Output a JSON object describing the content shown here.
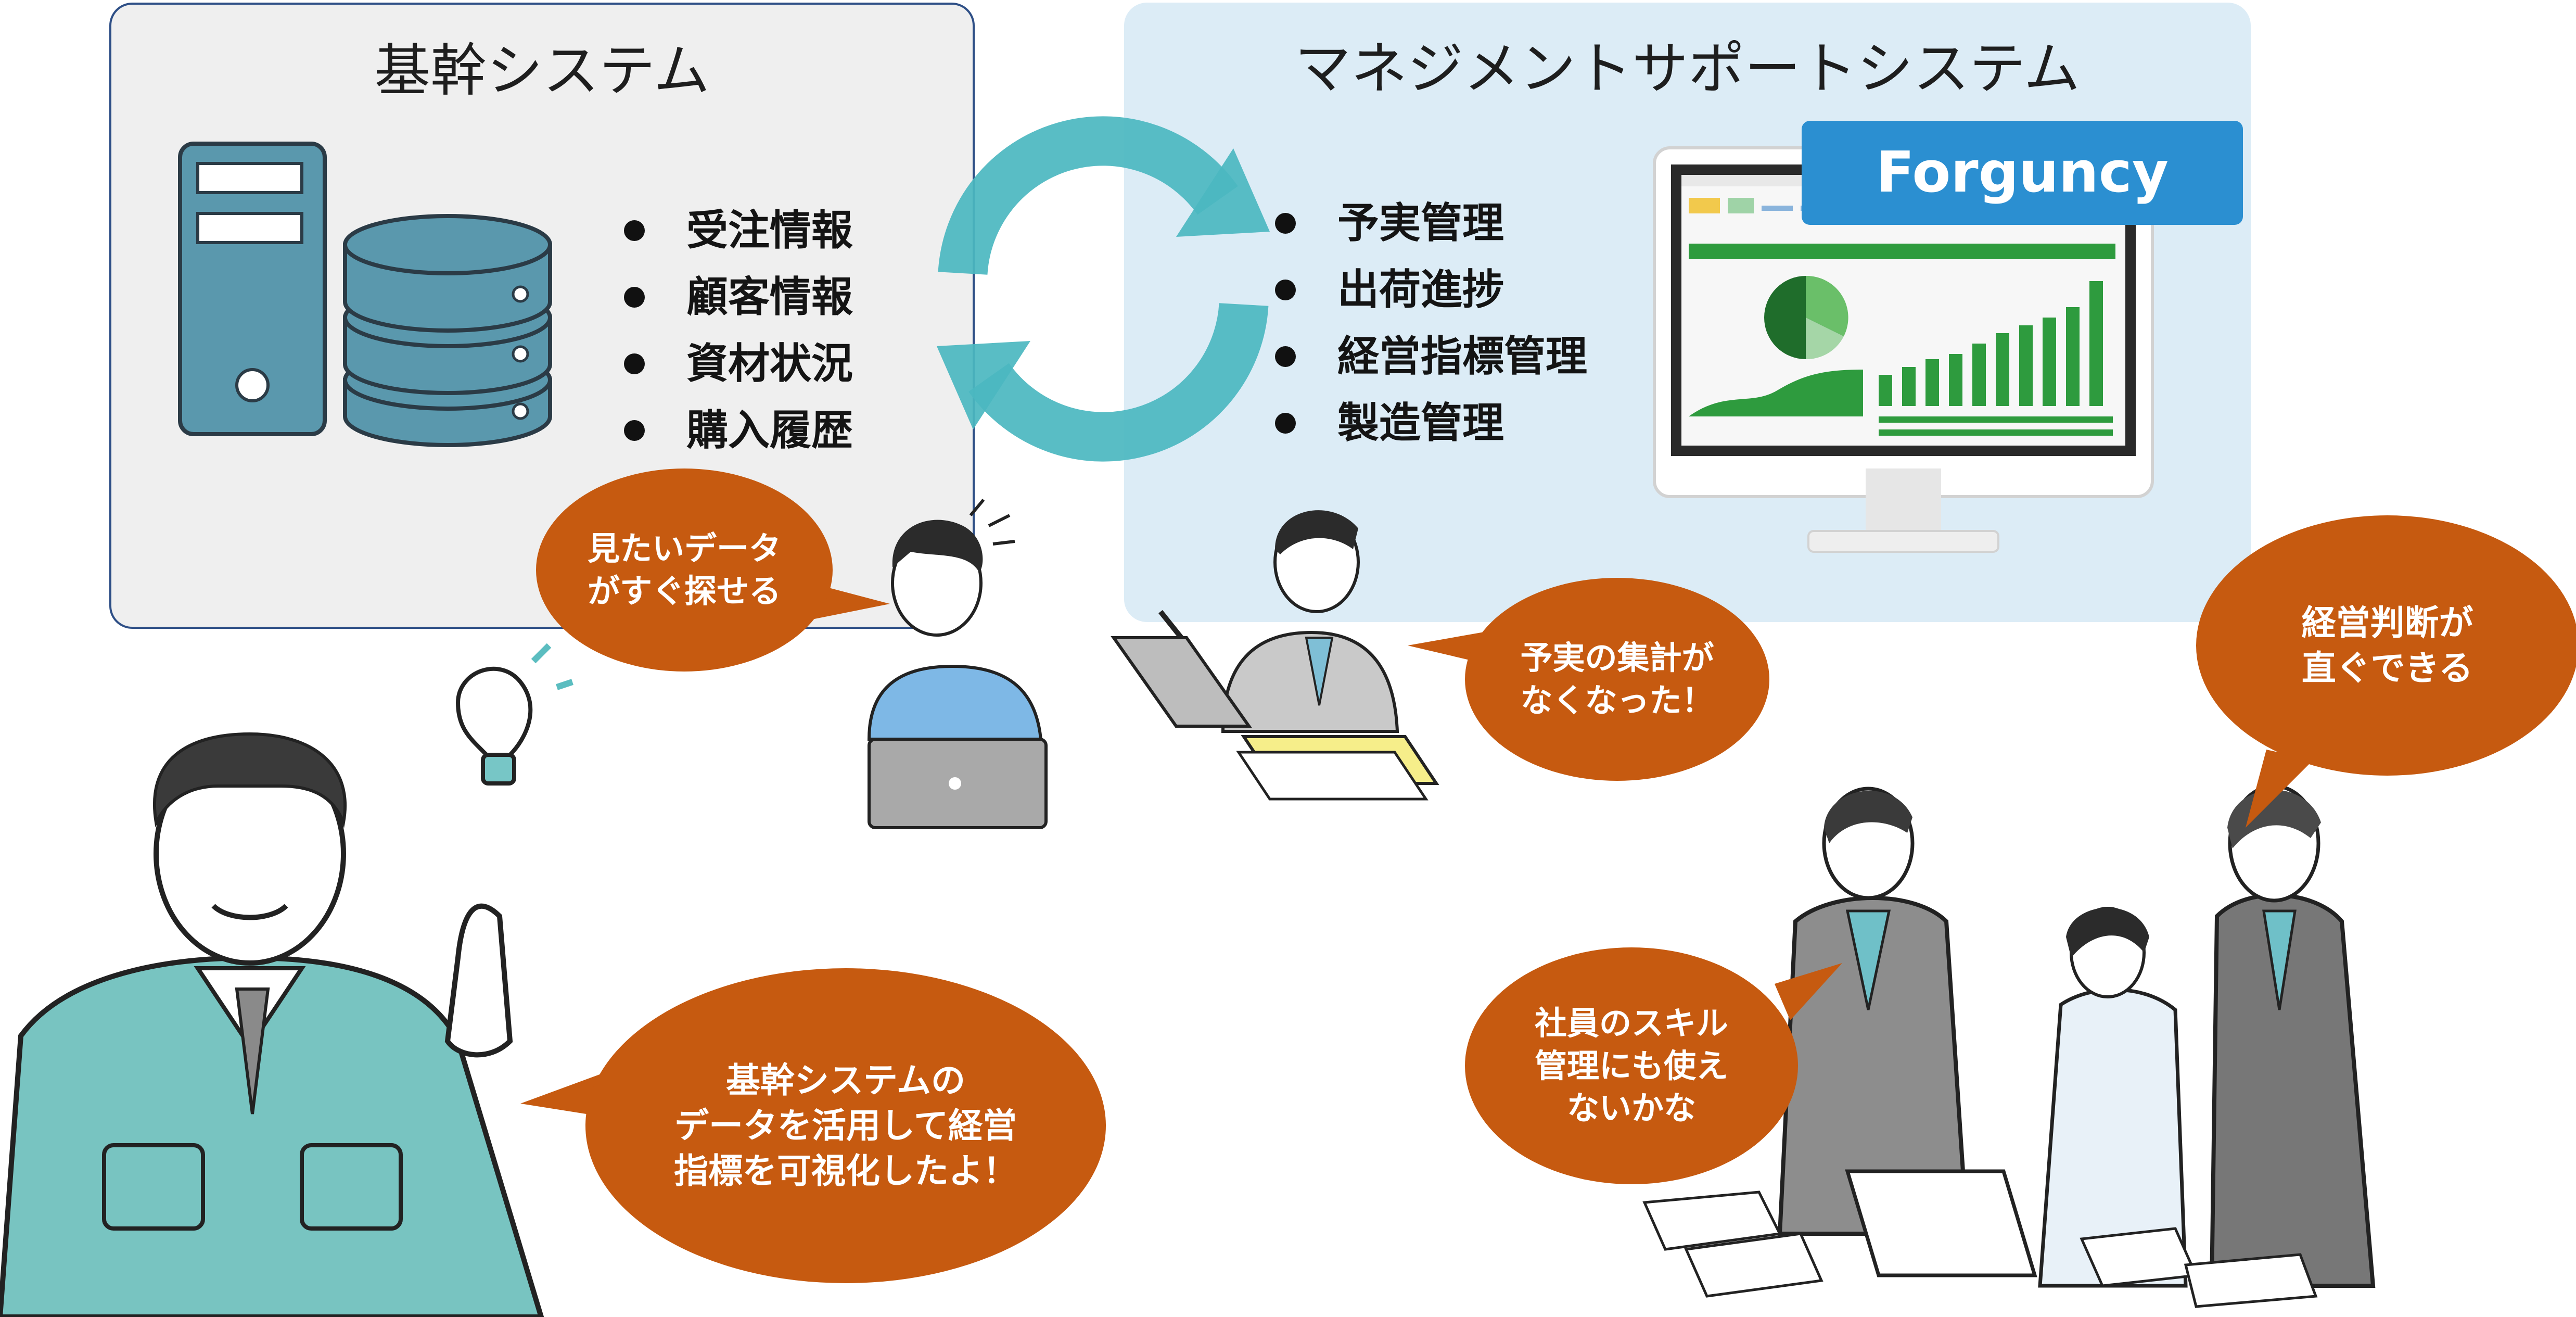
{
  "left_panel": {
    "title": "基幹システム",
    "items": [
      "受注情報",
      "顧客情報",
      "資材状況",
      "購入履歴"
    ]
  },
  "right_panel": {
    "title": "マネジメントサポートシステム",
    "items": [
      "予実管理",
      "出荷進捗",
      "経営指標管理",
      "製造管理"
    ],
    "badge": "Forguncy"
  },
  "bubbles": {
    "search": "見たいデータ\nがすぐ探せる",
    "budget": "予実の集計が\nなくなった！",
    "decision": "経営判断が\n直ぐできる",
    "visualize": "基幹システムの\nデータを活用して経営\n指標を可視化したよ！",
    "skills": "社員のスキル\n管理にも使え\nないかな"
  },
  "colors": {
    "arrow": "#4bb7c0",
    "bubble": "#c65a10",
    "badge": "#2b8fd1",
    "server": "#5a98ad",
    "chart_green": "#2e9b3e"
  },
  "icons": [
    "server-icon",
    "database-icon",
    "sync-arrows-icon",
    "monitor-icon",
    "lightbulb-icon"
  ]
}
